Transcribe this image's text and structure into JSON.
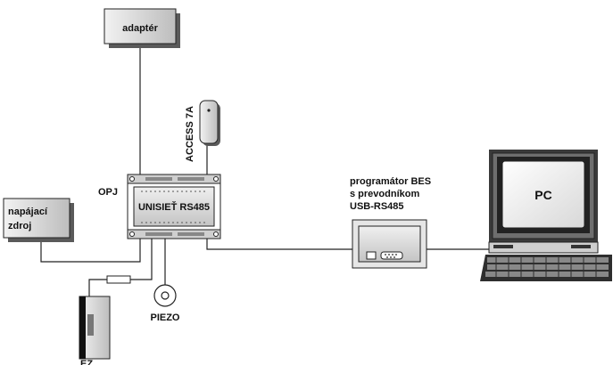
{
  "labels": {
    "adapter": "adaptér",
    "access": "ACCESS 7A",
    "opj": "OPJ",
    "unisiet": "UNISIEŤ RS485",
    "power_line1": "napájací",
    "power_line2": "zdroj",
    "piezo": "PIEZO",
    "ez": "EZ",
    "programmer_line1": "programátor BES",
    "programmer_line2": "s prevodníkom",
    "programmer_line3": "USB-RS485",
    "pc": "PC"
  }
}
